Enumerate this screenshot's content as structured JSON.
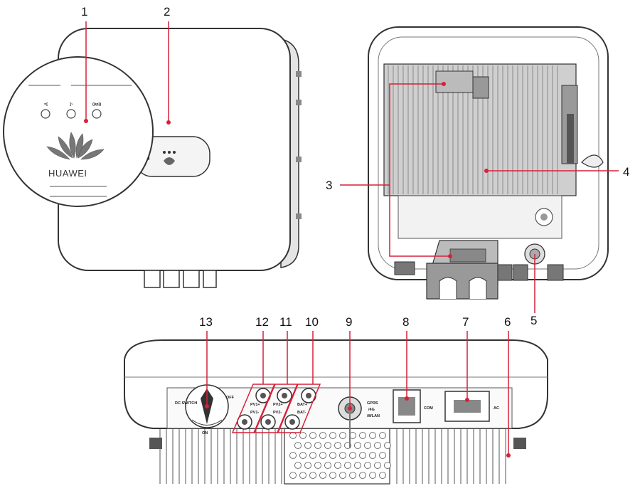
{
  "diagram": {
    "callouts": [
      {
        "id": "1",
        "label": "1"
      },
      {
        "id": "2",
        "label": "2"
      },
      {
        "id": "3",
        "label": "3"
      },
      {
        "id": "4",
        "label": "4"
      },
      {
        "id": "5",
        "label": "5"
      },
      {
        "id": "6",
        "label": "6"
      },
      {
        "id": "7",
        "label": "7"
      },
      {
        "id": "8",
        "label": "8"
      },
      {
        "id": "9",
        "label": "9"
      },
      {
        "id": "10",
        "label": "10"
      },
      {
        "id": "11",
        "label": "11"
      },
      {
        "id": "12",
        "label": "12"
      },
      {
        "id": "13",
        "label": "13"
      }
    ],
    "front": {
      "brand": "HUAWEI",
      "led_icons": [
        "=[",
        "]~",
        "((ıp))"
      ]
    },
    "bottom_panel_labels": {
      "dc_switch": "DC SWITCH",
      "off": "OFF",
      "on": "ON",
      "pv1_plus": "PV1+",
      "pv1_minus": "PV1-",
      "pv2_plus": "PV2+",
      "pv2_minus": "PV2-",
      "bat_plus": "BAT+",
      "bat_minus": "BAT-",
      "gprs": "GPRS",
      "four_g": "/4G",
      "wlan": "/WLAN",
      "com": "COM",
      "ac": "AC"
    },
    "colors": {
      "callout": "#d6213a",
      "outline": "#333333",
      "shade": "#c8c8c8",
      "dark": "#555555"
    }
  }
}
